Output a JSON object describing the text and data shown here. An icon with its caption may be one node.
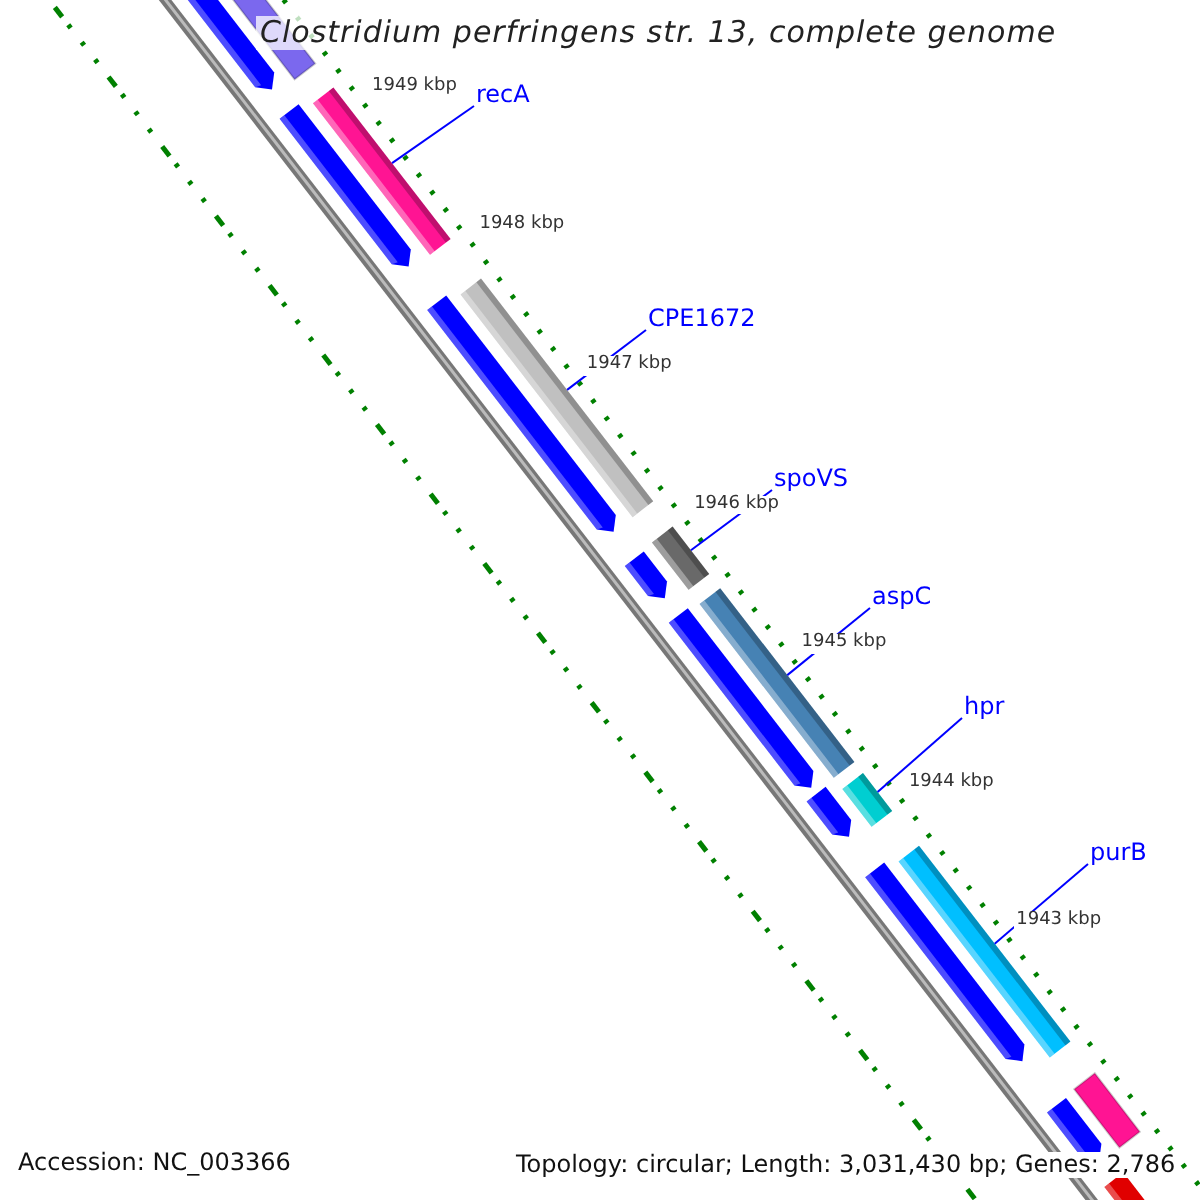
{
  "diagram": {
    "title": "Clostridium perfringens str. 13, complete genome",
    "nodes": [
      {
        "text": [
          "recA"
        ]
      },
      {
        "text": [
          "CPE1672"
        ]
      },
      {
        "text": [
          "spoVS"
        ]
      },
      {
        "text": [
          "aspC"
        ]
      },
      {
        "text": [
          "hpr"
        ]
      },
      {
        "text": [
          "purB"
        ]
      },
      {
        "text": [],
        "shape": "bar"
      },
      {
        "text": [],
        "shape": "bar"
      },
      {
        "text": [],
        "shape": "bar"
      },
      {
        "text": [],
        "shape": "bar"
      },
      {
        "text": [],
        "shape": "bar"
      },
      {
        "text": [],
        "shape": "bar"
      }
    ],
    "edges": [
      {
        "from": 0,
        "to": 6,
        "arrow": "none"
      },
      {
        "from": 1,
        "to": 7,
        "arrow": "none"
      },
      {
        "from": 2,
        "to": 8,
        "arrow": "none"
      },
      {
        "from": 3,
        "to": 9,
        "arrow": "none"
      },
      {
        "from": 4,
        "to": 10,
        "arrow": "none"
      },
      {
        "from": 5,
        "to": 11,
        "arrow": "none"
      }
    ],
    "labels": [
      "1949 kbp",
      "1948 kbp",
      "1947 kbp",
      "1946 kbp",
      "1945 kbp",
      "1944 kbp",
      "1943 kbp",
      "Accession: NC_003366",
      "Topology: circular; Length: 3,031,430 bp; Genes: 2,786"
    ]
  }
}
